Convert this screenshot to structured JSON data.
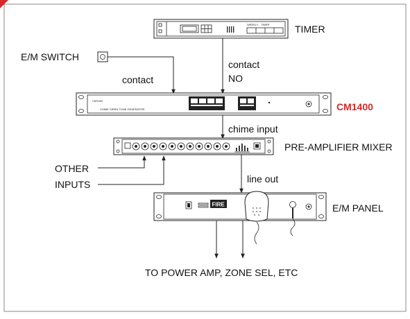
{
  "colors": {
    "accent": "#d62828",
    "line": "#222222",
    "frame": "#8a8a8a"
  },
  "labels": {
    "timer": "TIMER",
    "em_switch": "E/M SWITCH",
    "contact_left": "contact",
    "contact_right": "contact",
    "no": "NO",
    "cm1400": "CM1400",
    "chime_input": "chime input",
    "pre_amp": "PRE-AMPLIFIER MIXER",
    "other": "OTHER",
    "inputs": "INPUTS",
    "line_out": "line out",
    "em_panel": "E/M PANEL",
    "outputs": "TO POWER AMP, ZONE SEL, ETC"
  },
  "device_marks": {
    "timer_weekly": "WEEKLY",
    "timer_timer": "TIMER",
    "cm_model": "CM1400",
    "cm_caption": "CHIME SIREN TONE GENERATOR",
    "panel_fire": "FIRE"
  }
}
